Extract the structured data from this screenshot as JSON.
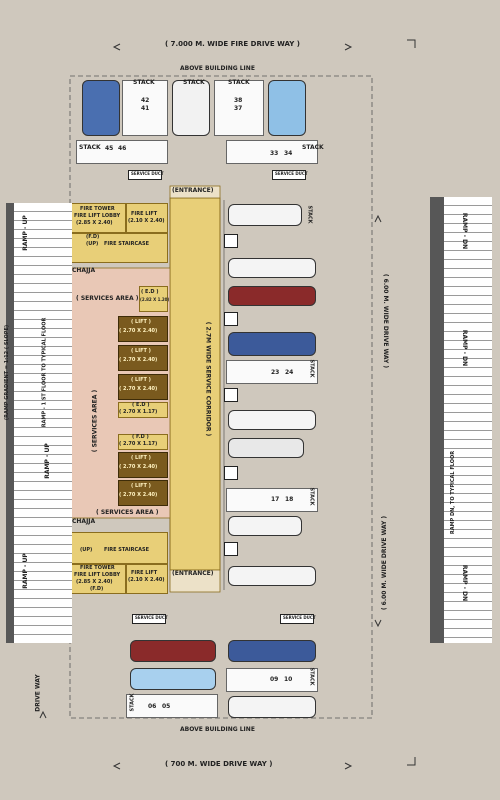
{
  "top": {
    "driveway": "( 7.000 M. WIDE FIRE DRIVE WAY )",
    "building_line": "ABOVE BUILDING LINE"
  },
  "bottom": {
    "driveway": "( 700 M. WIDE DRIVE WAY )",
    "building_line": "ABOVE BUILDING LINE"
  },
  "stack": {
    "label": "STACK"
  },
  "numbers": {
    "n42": "42",
    "n41": "41",
    "n38": "38",
    "n37": "37",
    "n45": "45",
    "n46": "46",
    "n33": "33",
    "n34": "34",
    "n23": "23",
    "n24": "24",
    "n17": "17",
    "n18": "18",
    "n09": "09",
    "n10": "10",
    "n06": "06",
    "n05": "05"
  },
  "service_duct": "SERVICE DUCT",
  "entrance": "(ENTRANCE)",
  "fire_tower": "FIRE TOWER",
  "fire_lift_lobby": "FIRE LIFT LOBBY",
  "dim_285_240": "(2.85 X 2.40)",
  "fire_lift": "FIRE LIFT",
  "dim_210_240": "(2.10 X 2.40)",
  "fd": "(F.D)",
  "up": "(UP)",
  "fire_staircase": "FIRE STAIRCASE",
  "chajja": "CHAJJA",
  "services_area": "( SERVICES AREA )",
  "services_area_v": "( SERVICES AREA )",
  "ed": "( E.D )",
  "ed_dim": "(2.82 X 1.20)",
  "lift": "( LIFT )",
  "lift_dim": "( 2.70 X 2.40)",
  "ed2": "( E.D )",
  "ed2_dim": "( 2.70 X 1.17)",
  "fd2": "( F.D )",
  "fd2_dim": "( 2.70 X 1.17)",
  "corridor": "( 2.7M WIDE SERVICE CORRIDOR )",
  "left_ramp": {
    "ramp_up": "RAMP - UP",
    "gradient": "(RAMP GRADIENT = 1:12 ( SLOPE)",
    "ramp1": "RAMP - 1 ST FLOOR TO TYPICAL FLOOR",
    "driveway": "DRIVE WAY"
  },
  "right_ramp": {
    "ramp_dn": "RAMP - DN",
    "ramp_dn_label": "RAMP DN, TO TYPICAL FLOOR"
  },
  "driveway_6m": "( 6.00 M. WIDE DRIVE WAY )",
  "colors": {
    "ground": "#cfc8bd",
    "gold": "#e8cf78",
    "brown": "#7a5a1e",
    "ramp_dark": "#575757"
  }
}
